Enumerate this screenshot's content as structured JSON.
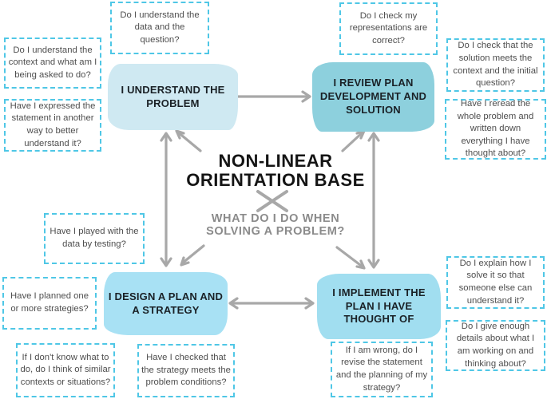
{
  "center": {
    "title": "NON-LINEAR ORIENTATION BASE",
    "subtitle": "WHAT DO I DO WHEN SOLVING A PROBLEM?"
  },
  "nodes": {
    "understand": {
      "label": "I UNDERSTAND THE PROBLEM",
      "color": "#cfe9f2"
    },
    "review": {
      "label": "I REVIEW PLAN DEVELOPMENT AND SOLUTION",
      "color": "#8dd0dd"
    },
    "design": {
      "label": "I DESIGN A PLAN AND A STRATEGY",
      "color": "#a8e1f4"
    },
    "implement": {
      "label": "I IMPLEMENT THE PLAN I HAVE THOUGHT OF",
      "color": "#a1def0"
    }
  },
  "questions": {
    "understand_data": "Do I understand the data and the question?",
    "context": "Do I understand the context and what am I being asked to do?",
    "statement": "Have I expressed the statement in another way to better understand it?",
    "representations": "Do I check my representations are correct?",
    "solution_context": "Do I check that the solution meets the context and the initial question?",
    "reread": "Have I reread the whole problem and written down everything I have thought about?",
    "played_data": "Have I played with the data by testing?",
    "planned": "Have I planned one or more strategies?",
    "similar": "If I don't know what to do, do I think of similar contexts or situations?",
    "strategy_meets": "Have I checked that the strategy meets the problem conditions?",
    "wrong_revise": "If I am wrong, do I revise the statement and the planning of my strategy?",
    "explain": "Do I explain how I solve it so that someone else can understand it?",
    "details": "Do I give enough details about what I am working on and thinking about?"
  },
  "colors": {
    "dashed_border": "#4fc7e6",
    "arrow": "#a8a8a8",
    "title_text": "#141414",
    "subtitle_text": "#8b8b8b",
    "question_text": "#4e4e4e"
  }
}
